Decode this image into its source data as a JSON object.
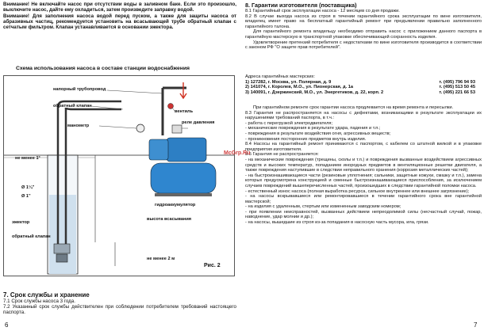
{
  "left": {
    "warnings": [
      "Внимание! Не включайте насос при отсутствии воды в заливном баке. Если это произошло, выключите насос, дайте ему охладиться, затем произведите заправку водой.",
      "Внимание! Для заполнения насоса водой перед пуском, а также для защиты насоса от абразивных частиц, рекомендуется установить на всасывающей трубе обратный клапан с сетчатым фильтром. Клапан устанавливается в основании эжектора."
    ],
    "figure": {
      "title": "Схема использования насоса в составе станции водоснабжения",
      "caption": "Рис. 2",
      "labels": {
        "pipe": "напорный трубопровод",
        "check_valve": "обратный клапан",
        "manometer": "манометр",
        "valve": "вентиль",
        "pressure_relay": "реле давления",
        "min6": "не менее 1°",
        "d1": "Ø 1¼\"",
        "d2": "Ø 1\"",
        "accumulator": "гидроаккумулятор",
        "suction_height": "высота всасывания",
        "ejector": "эжектор",
        "check_valve2": "обратный клапан",
        "min2": "не менее 2 м"
      }
    },
    "section7": {
      "title": "7. Срок службы и хранение",
      "p1": "7.1 Срок службы насоса 3 года.",
      "p2": "7.2 Указанный срок службы действителен при соблюдении потребителем требований настоящего паспорта."
    },
    "page_number": "6"
  },
  "right": {
    "title": "8. Гарантии изготовителя (поставщика)",
    "intro": [
      "8.1 Гарантийный срок эксплуатации насоса - 12 месяцев со дня продажи.",
      "8.2 В случае выхода насоса из строя в течении гарантийного срока эксплуатации по вине изготовителя, владелец имеет право на бесплатный гарантийный ремонт при предъявлении правильно заполненного гарантийного талона.",
      "Для гарантийного ремонта владельцу необходимо отправить насос с приложением данного паспорта в гарантийную мастерскую в транспортной упаковке обеспечивающей сохранность изделия.",
      "Удовлетворение претензий потребителя с недостатками по вине изготовителя производится в соответствии с законом РФ \"О защите прав потребителей\"."
    ],
    "address_heading": "Адреса гарантийных мастерских:",
    "addresses": [
      {
        "addr": "1) 127282, г. Москва, ул. Полярная, д. 9",
        "tel": "т. (495) 796 94 93"
      },
      {
        "addr": "2) 141074, г. Королев, М.О., ул. Пионерская, д. 1а",
        "tel": "т. (495) 513 50 45"
      },
      {
        "addr": "3) 140091, г. Дзержинский, М.О., ул. Энергетиков, д. 22, корп. 2",
        "tel": "т. (495) 221 66 53"
      }
    ],
    "body": [
      "При гарантийном ремонте срок гарантии насоса продлевается на время ремонта и пересылки.",
      "8.3 Гарантия не распространяется на насосы с дефектами, возникающими в результате эксплуатации их нарушениями требований паспорта, в т.ч.:",
      "- работа с перегрузкой электродвигателя;",
      "- механические повреждения в результате удара, падения и т.п.;",
      "- повреждения в результате воздействия огня, агрессивных веществ;",
      "- проникновения посторонних предметов внутрь изделия.",
      "8.4 Насосы на гарантийный ремонт принимаются с паспортом, с кабелем со штатной вилкой и в упаковке предприятия изготовителя.",
      "8.5 Гарантия не распространяется:",
      "- на механические повреждения (трещины, сколы и т.п.) и повреждения вызванные воздействием агрессивных средств и высоких температур, попаданием инородных предметов в вентиляционные решетки двигателя, а также повреждения наступившие в следствии неправильного хранения (коррозия металлических частей);",
      "- на быстроизнашивающиеся части (резиновые уплотнения; сальники, защитные кожухи, смазку и т.п.), замена которых предусмотрена конструкцией и сменные быстроизнашивающиеся приспособления, за исключением случаев повреждений вышеперечисленных частей, произошедших в следствии гарантийной поломки насоса.",
      "- естественный износ насоса (полная выработка ресурса, сильное внутреннее или внешнее загрязнение);",
      "- на насосы вскрывавшиеся или ремонтировавшиеся в течении гарантийного срока вне гарантийной мастерской;",
      "- на изделия с удаленным, стертым или измененным заводским номером;",
      "- при появлении неисправностей, вызванных действием непреодолимой силы (несчастный случай, пожар, наводнение, удар молнии и др.);",
      "- на насосы, вышедшие из строя из-за попадания в насосную часть мусора, ила, грязи."
    ],
    "watermark": "McGrp.Ru",
    "page_number": "7"
  }
}
